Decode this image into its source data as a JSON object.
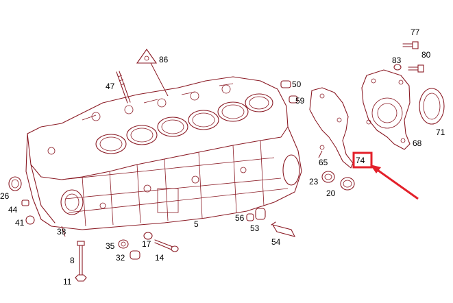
{
  "labels": {
    "p5": "5",
    "p8": "8",
    "p11": "11",
    "p14": "14",
    "p17": "17",
    "p20": "20",
    "p23": "23",
    "p26": "26",
    "p32": "32",
    "p35": "35",
    "p38": "38",
    "p41": "41",
    "p44": "44",
    "p47": "47",
    "p50": "50",
    "p53": "53",
    "p54": "54",
    "p56": "56",
    "p59": "59",
    "p65": "65",
    "p68": "68",
    "p71": "71",
    "p74": "74",
    "p77": "77",
    "p80": "80",
    "p83": "83",
    "p86": "86"
  },
  "colors": {
    "line": "#8a1a24",
    "highlight": "#e3202a"
  },
  "highlighted_part": "74"
}
